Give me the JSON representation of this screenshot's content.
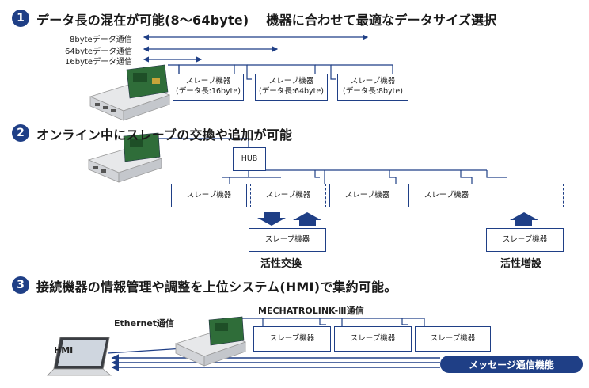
{
  "section1": {
    "number": "1",
    "title": "データ長の混在が可能(8～64byte)　 機器に合わせて最適なデータサイズ選択",
    "labels": [
      "8byteデータ通信",
      "64byteデータ通信",
      "16byteデータ通信"
    ],
    "slaves": [
      {
        "name": "スレーブ機器",
        "detail": "(データ長:16byte)"
      },
      {
        "name": "スレーブ機器",
        "detail": "(データ長:64byte)"
      },
      {
        "name": "スレーブ機器",
        "detail": "(データ長:8byte)"
      }
    ]
  },
  "section2": {
    "number": "2",
    "title": "オンライン中にスレーブの交換や追加が可能",
    "hub": "HUB",
    "slave": "スレーブ機器",
    "swap_caption": "活性交換",
    "add_caption": "活性増設"
  },
  "section3": {
    "number": "3",
    "title": "接続機器の情報管理や調整を上位システム(HMI)で集約可能。",
    "hmi": "HMI",
    "ethernet": "Ethernet通信",
    "bus": "MECHATROLINK-Ⅲ通信",
    "slave": "スレーブ機器",
    "message": "メッセージ通信機能"
  }
}
